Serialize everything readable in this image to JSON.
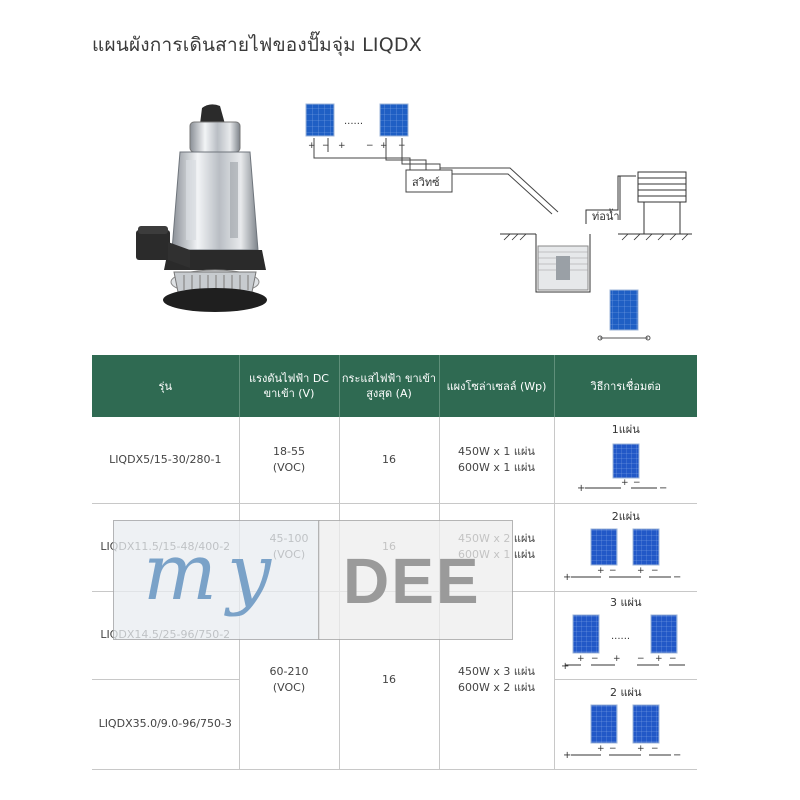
{
  "title": "แผนผังการเดินสายไฟของปั๊มจุ่ม LIQDX",
  "diagram": {
    "dots": "......",
    "switch_label": "สวิทซ์",
    "pipe_label": "ท่อน้ำ",
    "plus": "+",
    "minus": "−"
  },
  "table": {
    "headers": [
      "รุ่น",
      "แรงดันไฟฟ้า DC ขาเข้า (V)",
      "กระแสไฟฟ้า ขาเข้าสูงสุด (A)",
      "แผงโซล่าเซลล์ (Wp)",
      "วิธีการเชื่อมต่อ"
    ],
    "rows": [
      {
        "model": "LIQDX5/15-30/280-1",
        "voltage": "18-55",
        "voltage_note": "(VOC)",
        "current": "16",
        "panel1": "450W x 1 แผ่น",
        "panel2": "600W x 1 แผ่น",
        "connection": "1แผ่น"
      },
      {
        "model": "LIQDX11.5/15-48/400-2",
        "voltage": "45-100",
        "voltage_note": "(VOC)",
        "current": "16",
        "panel1": "450W x 2 แผ่น",
        "panel2": "600W x 1 แผ่น",
        "connection": "2แผ่น"
      },
      {
        "model": "LIQDX14.5/25-96/750-2",
        "connection": "3 แผ่น"
      },
      {
        "model": "LIQDX35.0/9.0-96/750-3",
        "connection": "2 แผ่น"
      }
    ],
    "merged": {
      "voltage": "60-210",
      "voltage_note": "(VOC)",
      "current": "16",
      "panel1": "450W x 3 แผ่น",
      "panel2": "600W x 2 แผ่น"
    }
  },
  "watermark": {
    "left": "my",
    "right": "DEE"
  }
}
